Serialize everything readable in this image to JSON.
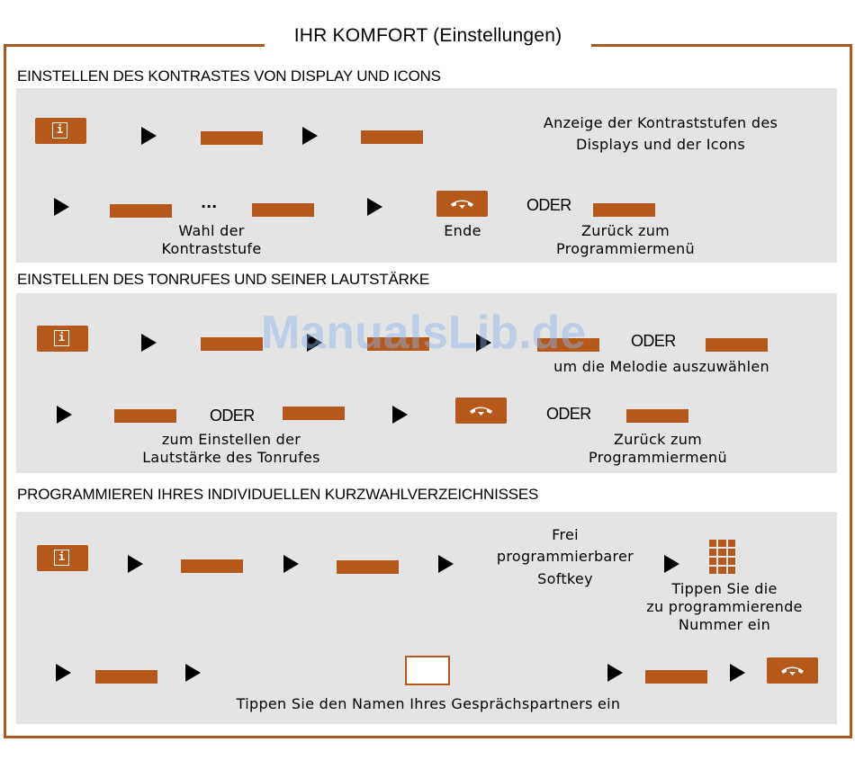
{
  "title": "IHR KOMFORT (Einstellungen)",
  "watermark": "ManualsLib.de",
  "sections": [
    {
      "heading": "EINSTELLEN DES KONTRASTES VON DISPLAY UND ICONS",
      "info_text_1": "Anzeige der Kontraststufen des",
      "info_text_2": "Displays und der Icons",
      "dots": "...",
      "choice_label_1": "Wahl der",
      "choice_label_2": "Kontraststufe",
      "end_label": "Ende",
      "oder": "ODER",
      "back_label_1": "Zurück zum",
      "back_label_2": "Programmiermenü"
    },
    {
      "heading": "EINSTELLEN DES TONRUFES UND SEINER LAUTSTÄRKE",
      "oder": "ODER",
      "melody_label": "um die Melodie auszuwählen",
      "volume_label_1": "zum Einstellen der",
      "volume_label_2": "Lautstärke des Tonrufes",
      "back_label_1": "Zurück zum",
      "back_label_2": "Programmiermenü"
    },
    {
      "heading": "PROGRAMMIEREN IHRES INDIVIDUELLEN KURZWAHLVERZEICHNISSES",
      "softkey_label_1": "Frei",
      "softkey_label_2": "programmierbarer",
      "softkey_label_3": "Softkey",
      "number_label_1": "Tippen Sie die",
      "number_label_2": "zu programmierende",
      "number_label_3": "Nummer ein",
      "name_label": "Tippen Sie den Namen Ihres Gesprächspartners ein"
    }
  ],
  "icons": {
    "info_key": "i",
    "hangup_key": "handset-down-icon",
    "keypad": "keypad-icon",
    "arrow": "play-arrow-icon"
  },
  "colors": {
    "accent": "#b5581c",
    "frame": "#a9581f",
    "panel": "#e4e4e4"
  }
}
